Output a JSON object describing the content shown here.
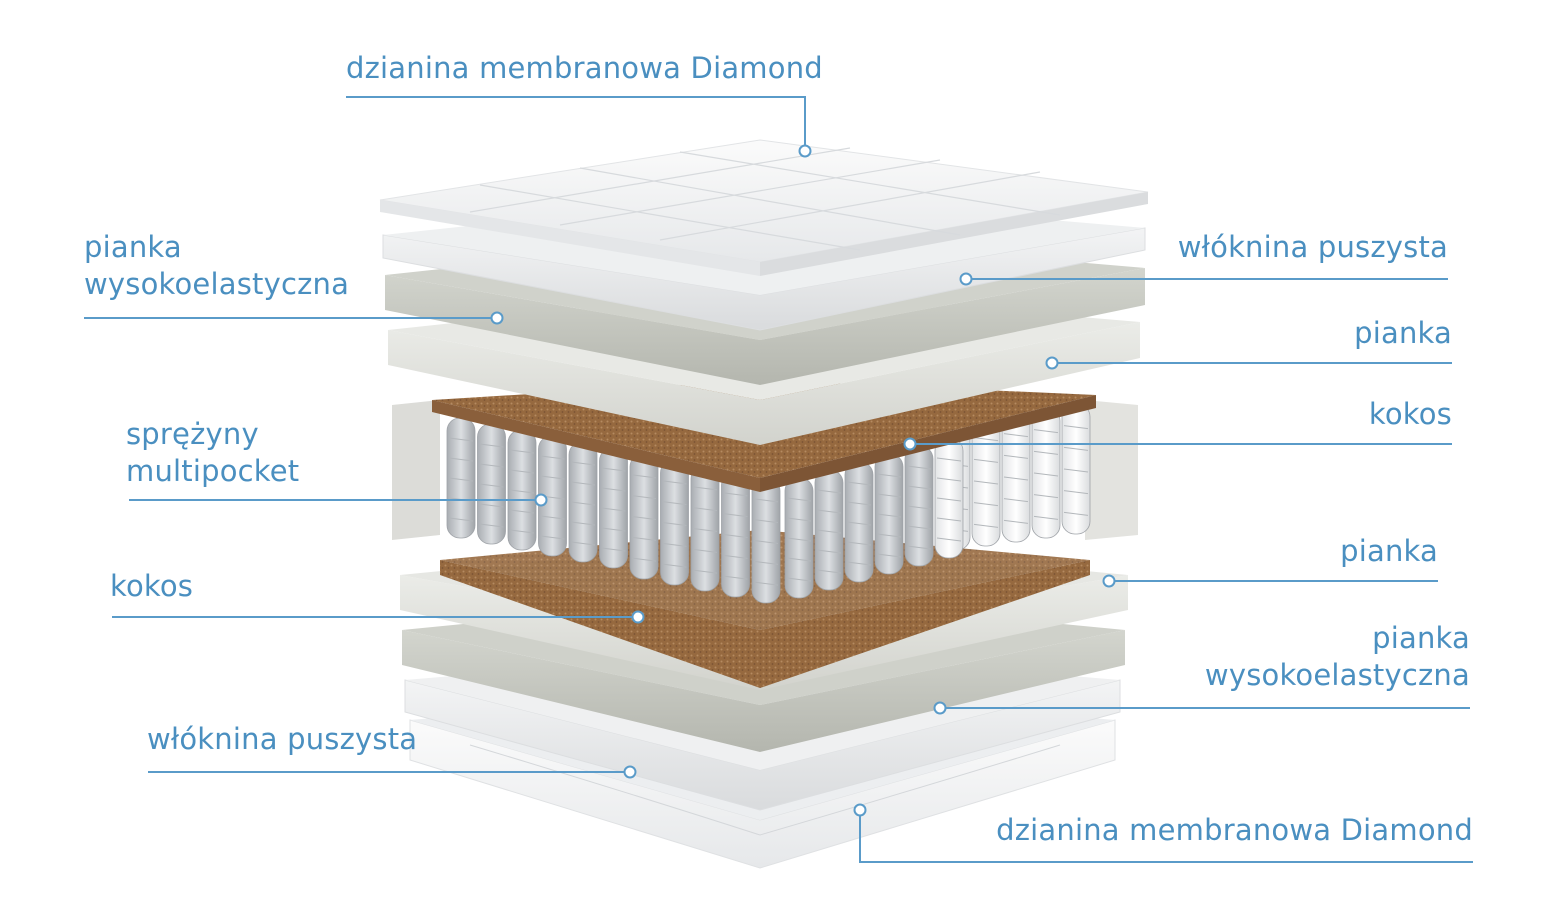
{
  "diagram": {
    "colors": {
      "label": "#4a8fc0",
      "leader": "#5a9bc9",
      "knit": "#f2f3f4",
      "fiber": "#e9ebec",
      "foam_grey": "#c9cbc4",
      "foam_light": "#e1e2dd",
      "coconut": "#9b6e48",
      "spring": "#c3c6ca",
      "spring_white": "#f4f5f6"
    },
    "labels": {
      "top_knit": "dzianina membranowa Diamond",
      "top_fiber": "włóknina puszysta",
      "top_he_foam_1": "pianka",
      "top_he_foam_2": "wysokoelastyczna",
      "top_foam": "pianka",
      "top_coconut": "kokos",
      "springs_1": "sprężyny",
      "springs_2": "multipocket",
      "bottom_foam": "pianka",
      "bottom_coconut": "kokos",
      "bottom_he_foam_1": "pianka",
      "bottom_he_foam_2": "wysokoelastyczna",
      "bottom_fiber": "włóknina puszysta",
      "bottom_knit": "dzianina membranowa Diamond"
    }
  }
}
